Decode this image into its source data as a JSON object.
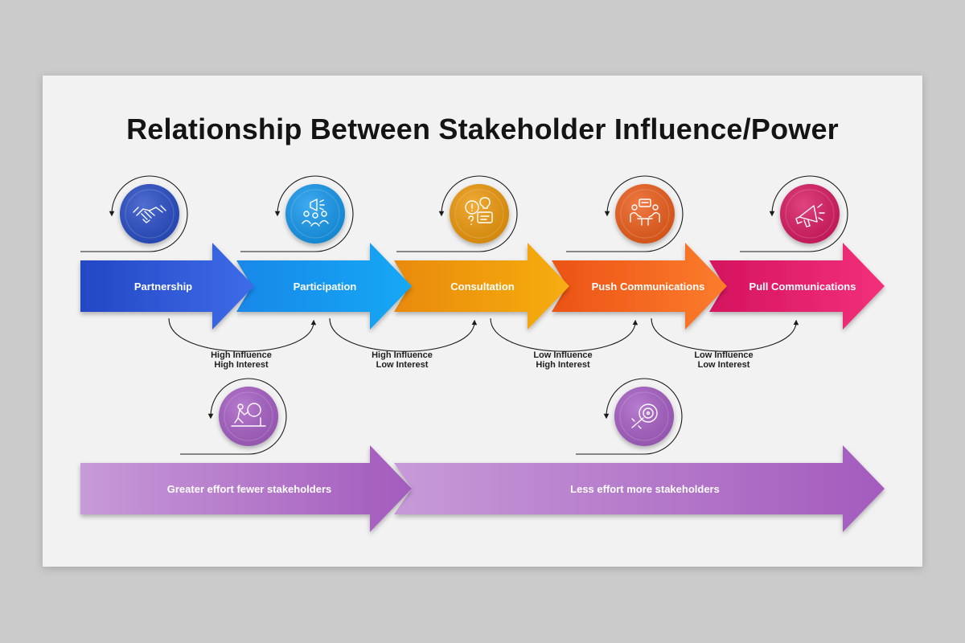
{
  "title": "Relationship Between Stakeholder Influence/Power",
  "stages": [
    {
      "label": "Partnership",
      "icon": "handshake-icon",
      "color_start": "#2447c4",
      "color_end": "#3d6be8"
    },
    {
      "label": "Participation",
      "icon": "megaphone-team-icon",
      "color_start": "#1a88e8",
      "color_end": "#12a8f5"
    },
    {
      "label": "Consultation",
      "icon": "chat-ideas-icon",
      "color_start": "#e98a0c",
      "color_end": "#f6ad12"
    },
    {
      "label": "Push Communications",
      "icon": "meeting-icon",
      "color_start": "#ec5316",
      "color_end": "#fb7c2c"
    },
    {
      "label": "Pull Communications",
      "icon": "megaphone-icon",
      "color_start": "#d5135f",
      "color_end": "#f2307b"
    }
  ],
  "categories": [
    {
      "line1": "High Influence",
      "line2": "High Interest"
    },
    {
      "line1": "High Influence",
      "line2": "Low Interest"
    },
    {
      "line1": "Low Influence",
      "line2": "High Interest"
    },
    {
      "line1": "Low Influence",
      "line2": "Low Interest"
    }
  ],
  "effort": [
    {
      "label": "Greater effort fewer stakeholders",
      "icon": "pushing-boulder-icon"
    },
    {
      "label": "Less effort more stakeholders",
      "icon": "target-icon"
    }
  ],
  "colors": {
    "effort_start": "#c79ad8",
    "effort_end": "#a35bbd",
    "effort_circle": "#a35bc4"
  }
}
